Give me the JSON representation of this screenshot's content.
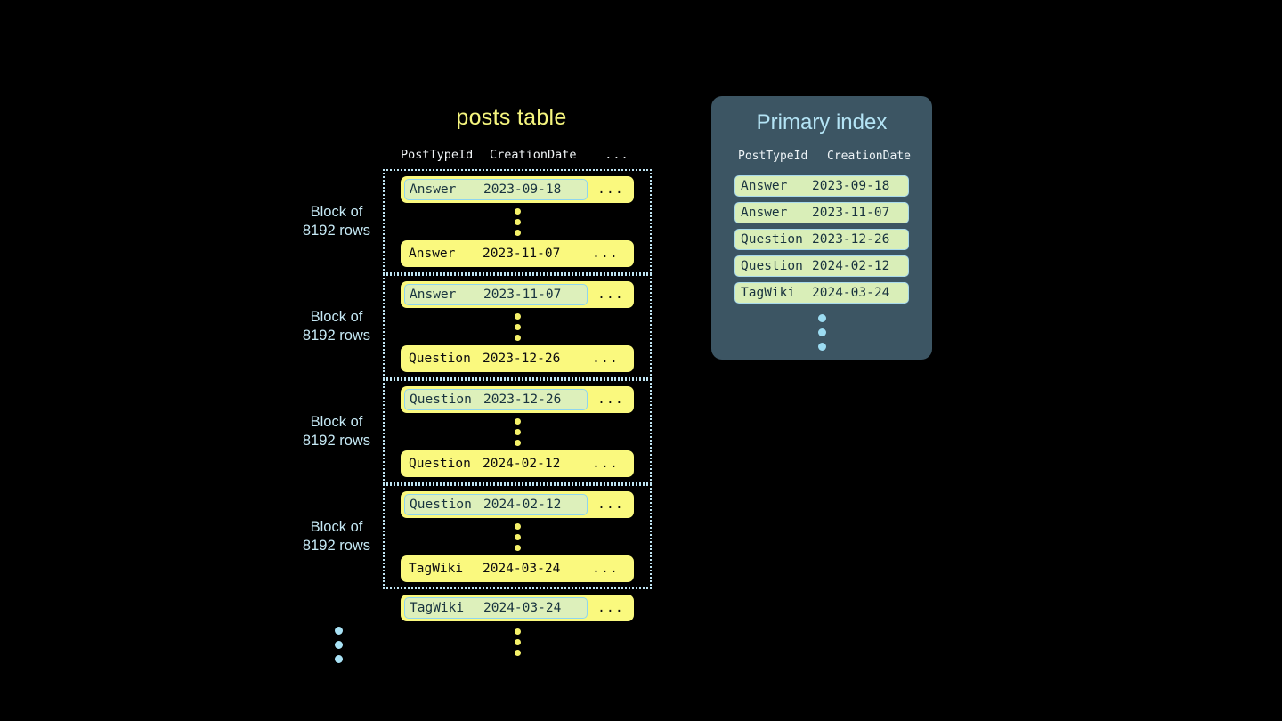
{
  "posts_table": {
    "title": "posts table",
    "columns": [
      "PostTypeId",
      "CreationDate",
      "..."
    ],
    "ellipsis_cell": "...",
    "blocks": [
      {
        "label": "Block of\n8192 rows",
        "label_line1": "Block of",
        "label_line2": "8192 rows",
        "first_row": {
          "post_type_id": "Answer",
          "creation_date": "2023-09-18",
          "rest": "...",
          "highlighted": true
        },
        "last_row": {
          "post_type_id": "Answer",
          "creation_date": "2023-11-07",
          "rest": "...",
          "highlighted": false
        }
      },
      {
        "label_line1": "Block of",
        "label_line2": "8192 rows",
        "first_row": {
          "post_type_id": "Answer",
          "creation_date": "2023-11-07",
          "rest": "...",
          "highlighted": true
        },
        "last_row": {
          "post_type_id": "Question",
          "creation_date": "2023-12-26",
          "rest": "...",
          "highlighted": false
        }
      },
      {
        "label_line1": "Block of",
        "label_line2": "8192 rows",
        "first_row": {
          "post_type_id": "Question",
          "creation_date": "2023-12-26",
          "rest": "...",
          "highlighted": true
        },
        "last_row": {
          "post_type_id": "Question",
          "creation_date": "2024-02-12",
          "rest": "...",
          "highlighted": false
        }
      },
      {
        "label_line1": "Block of",
        "label_line2": "8192 rows",
        "first_row": {
          "post_type_id": "Question",
          "creation_date": "2024-02-12",
          "rest": "...",
          "highlighted": true
        },
        "last_row": {
          "post_type_id": "TagWiki",
          "creation_date": "2024-03-24",
          "rest": "...",
          "highlighted": false
        }
      }
    ],
    "trailing_row": {
      "post_type_id": "TagWiki",
      "creation_date": "2024-03-24",
      "rest": "...",
      "highlighted": true
    }
  },
  "primary_index": {
    "title": "Primary index",
    "columns": [
      "PostTypeId",
      "CreationDate"
    ],
    "rows": [
      {
        "post_type_id": "Answer",
        "creation_date": "2023-09-18"
      },
      {
        "post_type_id": "Answer",
        "creation_date": "2023-11-07"
      },
      {
        "post_type_id": "Question",
        "creation_date": "2023-12-26"
      },
      {
        "post_type_id": "Question",
        "creation_date": "2024-02-12"
      },
      {
        "post_type_id": "TagWiki",
        "creation_date": "2024-03-24"
      }
    ]
  },
  "colors": {
    "background": "#000000",
    "row_yellow": "#faf97e",
    "key_green": "#ddf0bb",
    "key_border_blue": "#8fd5ef",
    "block_border_blue": "#bfe4f2",
    "label_blue": "#c6e9f5",
    "title_yellow": "#f5f57e",
    "panel_slate": "#3c5563",
    "index_title_blue": "#b4e4f5",
    "dot_yellow": "#f5f16a",
    "dot_blue": "#9cdcf2"
  }
}
